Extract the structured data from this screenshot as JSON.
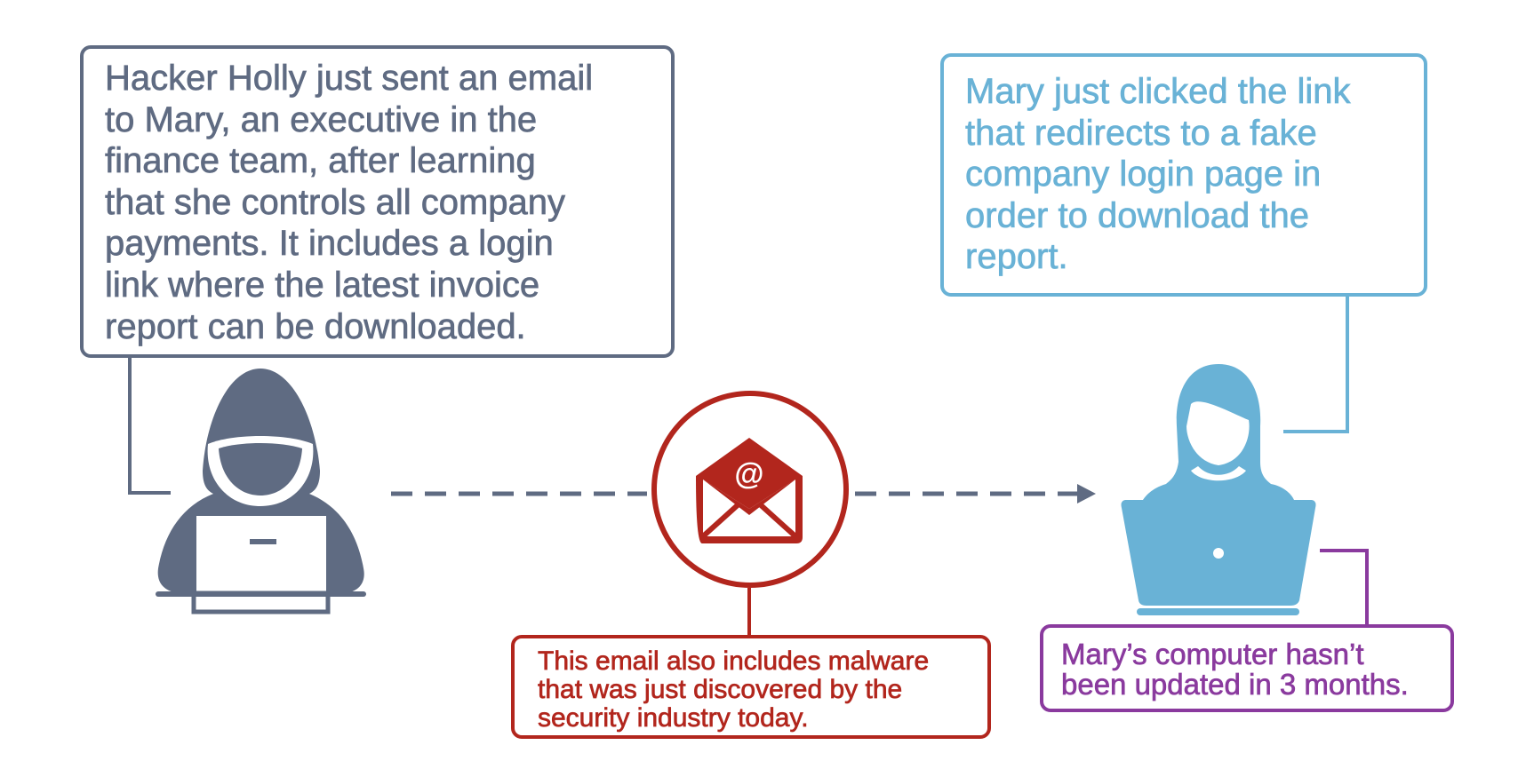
{
  "hacker_caption": {
    "lines": [
      "Hacker Holly just sent an email",
      "to Mary, an executive in the",
      "finance team, after learning",
      "that she controls all company",
      "payments. It includes a login",
      "link where the latest invoice",
      "report can be downloaded."
    ]
  },
  "mary_caption": {
    "lines": [
      "Mary just clicked the link",
      "that redirects to a fake",
      "company login page in",
      "order to download the",
      "report."
    ]
  },
  "email_caption": {
    "lines": [
      "This email also includes malware",
      "that was just discovered by the",
      "security industry today."
    ]
  },
  "computer_caption": {
    "lines": [
      "Mary’s computer hasn’t",
      "been updated in 3 months."
    ]
  },
  "email_icon_symbol": "@",
  "colors": {
    "hacker": "#5f6b82",
    "mary": "#69b2d6",
    "email": "#b2261d",
    "computer": "#8a3a9e"
  }
}
